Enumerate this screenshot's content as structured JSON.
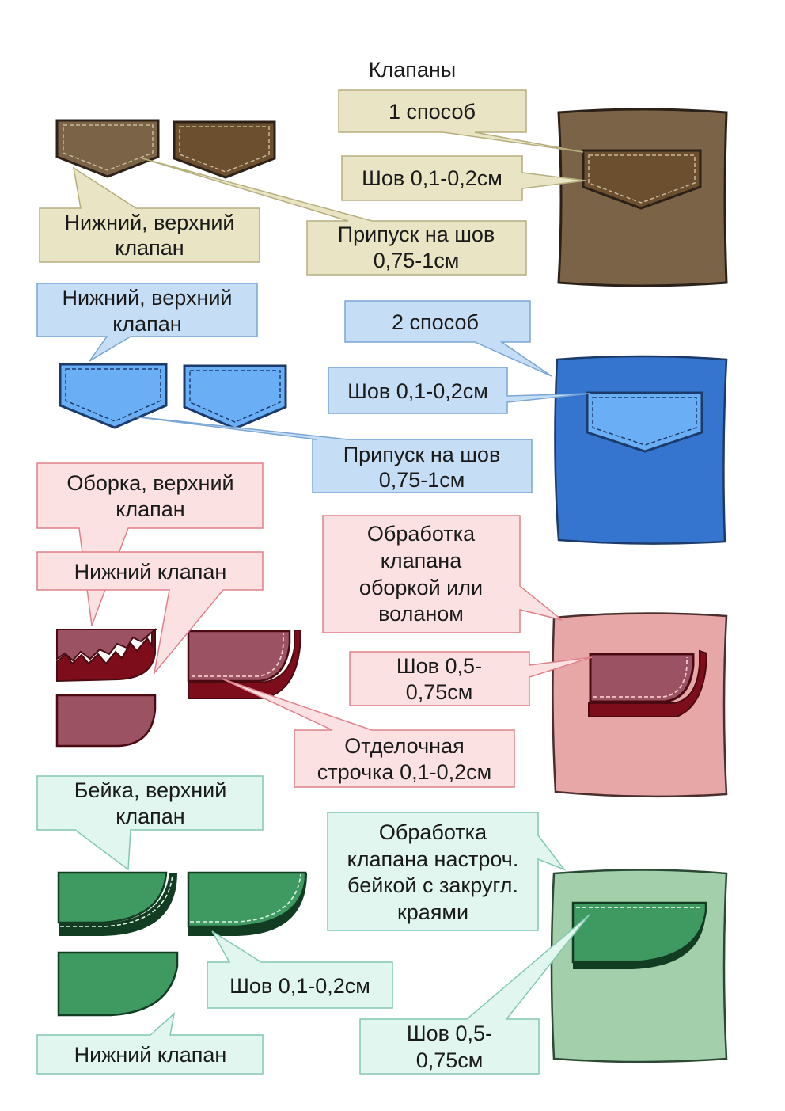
{
  "title": "Клапаны",
  "colors": {
    "brown_fabric": "#7a6346",
    "brown_flap": "#6b4f2e",
    "brown_box": "#e8e4c4",
    "blue_fabric": "#3575d0",
    "blue_flap": "#6aaef6",
    "blue_box": "#c5ddf5",
    "red_fabric": "#e6a7a6",
    "red_flap": "#9b5263",
    "red_ruffle": "#7d0d1b",
    "red_box": "#fbe1e2",
    "green_fabric": "#a3d0aa",
    "green_flap": "#3f9a62",
    "green_edge": "#123d22",
    "green_box": "#e1f6ef"
  },
  "sections": {
    "method1": {
      "label": "1 способ",
      "flap_label": [
        "Нижний, верхний",
        "клапан"
      ],
      "seam_label": "Шов 0,1-0,2см",
      "allowance_label": [
        "Припуск на шов",
        "0,75-1см"
      ]
    },
    "method2": {
      "label": "2 способ",
      "flap_label": [
        "Нижний, верхний",
        "клапан"
      ],
      "seam_label": "Шов 0,1-0,2см",
      "allowance_label": [
        "Припуск на шов",
        "0,75-1см"
      ]
    },
    "ruffle": {
      "top_label": [
        "Оборка, верхний",
        "клапан"
      ],
      "lower_label": "Нижний клапан",
      "process_label": [
        "Обработка",
        "клапана",
        "оборкой или",
        "воланом"
      ],
      "seam_label": [
        "Шов 0,5-",
        "0,75см"
      ],
      "stitch_label": [
        "Отделочная",
        "строчка 0,1-0,2см"
      ]
    },
    "binding": {
      "top_label": [
        "Бейка, верхний",
        "клапан"
      ],
      "process_label": [
        "Обработка",
        "клапана настроч.",
        "бейкой с закругл.",
        "краями"
      ],
      "seam_label": "Шов 0,1-0,2см",
      "lower_label": "Нижний клапан",
      "seam_label_2": [
        "Шов 0,5-",
        "0,75см"
      ]
    }
  }
}
